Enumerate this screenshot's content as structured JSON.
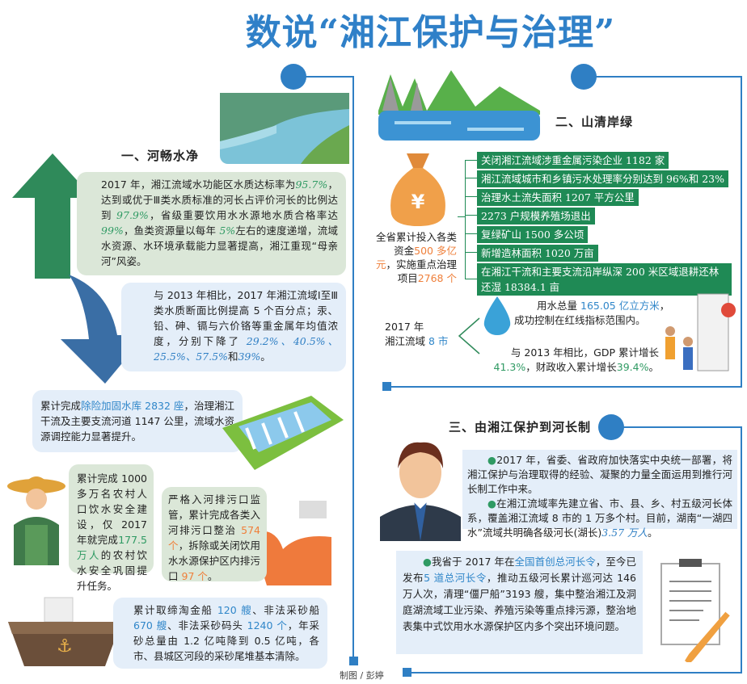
{
  "title": "数说“湘江保护与治理”",
  "credit": "制图 / 彭婷",
  "section1": {
    "heading": "一、河畅水净",
    "box1": {
      "t1": "2017 年，湘江流域水功能区水质达标率为",
      "v1": "95.7%",
      "t2": "，达到或优于Ⅲ类水质标准的河长占评价河长的比例达到",
      "v2": "97.9%",
      "t3": "，省级重要饮用水水源地水质合格率达",
      "v3": "99%",
      "t4": "，鱼类资源量以每年",
      "v4": "5%",
      "t5": "左右的速度递增，流域水资源、水环境承载能力显著提高，湘江重现“母亲河”风姿。"
    },
    "box2": {
      "t1": "与 2013 年相比，2017 年湘江流域Ⅰ至Ⅲ类水质断面比例提高 5 个百分点；汞、铅、砷、镉与六价铬等重金属年均值浓度，分别下降了",
      "v1": "29.2%",
      "v2": "、40.5%",
      "v3": "、25.5%",
      "v4": "、57.5%",
      "t2": "和",
      "v5": "39%",
      "t3": "。"
    },
    "box3": {
      "t1": "累计完成",
      "v1": "除险加固水库 2832 座",
      "t2": "，治理湘江干流及主要支流河道 1147 公里，流域水资源调控能力显著提升。"
    },
    "box4": {
      "t1": "累计完成 1000 多万名农村人口饮水安全建设，仅 2017 年就完成",
      "v1": "177.5 万人",
      "t2": "的农村饮水安全巩固提升任务。"
    },
    "box5": {
      "t1": "严格入河排污口监管，累计完成各类入河排污口整治",
      "v1": "574 个",
      "t2": "，拆除或关闭饮用水水源保护区内排污口",
      "v2": "97 个",
      "t3": "。"
    },
    "box6": {
      "t1": "累计取缔淘金船",
      "v1": "120 艘",
      "t2": "、非法采砂船",
      "v2": "670 艘",
      "t3": "、非法采砂码头",
      "v3": "1240 个",
      "t4": "，年采砂总量由 1.2 亿吨降到 0.5 亿吨，各市、县城区河段的采砂尾堆基本清除。"
    }
  },
  "section2": {
    "heading": "二、山清岸绿",
    "invest": {
      "t1": "全省累计投入各类资金",
      "v1": "500 多亿元",
      "t2": "，实施重点治理项目",
      "v2": "2768 个"
    },
    "items": [
      "关闭湘江流域涉重金属污染企业 1182 家",
      "湘江流域城市和乡镇污水处理率分别达到 96%和 23%",
      "治理水土流失面积 1207 平方公里",
      "2273 户规模养殖场退出",
      "复绿矿山 1500 多公顷",
      "新增造林面积 1020 万亩",
      "在湘江干流和主要支流沿岸纵深 200 米区域退耕还林还湿 18384.1 亩"
    ],
    "year": "2017 年",
    "basin": "湘江流域",
    "cities": "8 市",
    "water": {
      "t1": "用水总量",
      "v1": "165.05 亿立方米",
      "t2": "，成功控制在红线指标范围内。"
    },
    "gdp": {
      "t1": "与 2013 年相比，GDP 累计增长",
      "v1": "41.3%",
      "t2": "，财政收入累计增长",
      "v2": "39.4%",
      "t3": "。"
    }
  },
  "section3": {
    "heading": "三、由湘江保护到河长制",
    "p1": "2017 年，省委、省政府加快落实中央统一部署，将湘江保护与治理取得的经验、凝聚的力量全面运用到推行河长制工作中来。",
    "p2a": "在湘江流域率先建立省、市、县、乡、村五级河长体系，覆盖湘江流域 8 市的 1 万多个村。目前，湖南“一湖四水”流域共明确各级河长(湖长)",
    "p2v": "3.57 万人",
    "p2b": "。",
    "p3a": "我省于 2017 年在",
    "p3v1": "全国首创总河长令",
    "p3b": "，至今已发布",
    "p3v2": "5 道总河长令",
    "p3c": "，推动五级河长累计巡河达 146 万人次，清理“僵尸船”3193 艘，集中整治湘江及洞庭湖流域工业污染、养殖污染等重点排污源，整治地表集中式饮用水水源保护区内多个突出环境问题。",
    "bullet": "●"
  },
  "colors": {
    "blue": "#2f7fc4",
    "green": "#1f8a55",
    "orange": "#ef7f3a"
  }
}
